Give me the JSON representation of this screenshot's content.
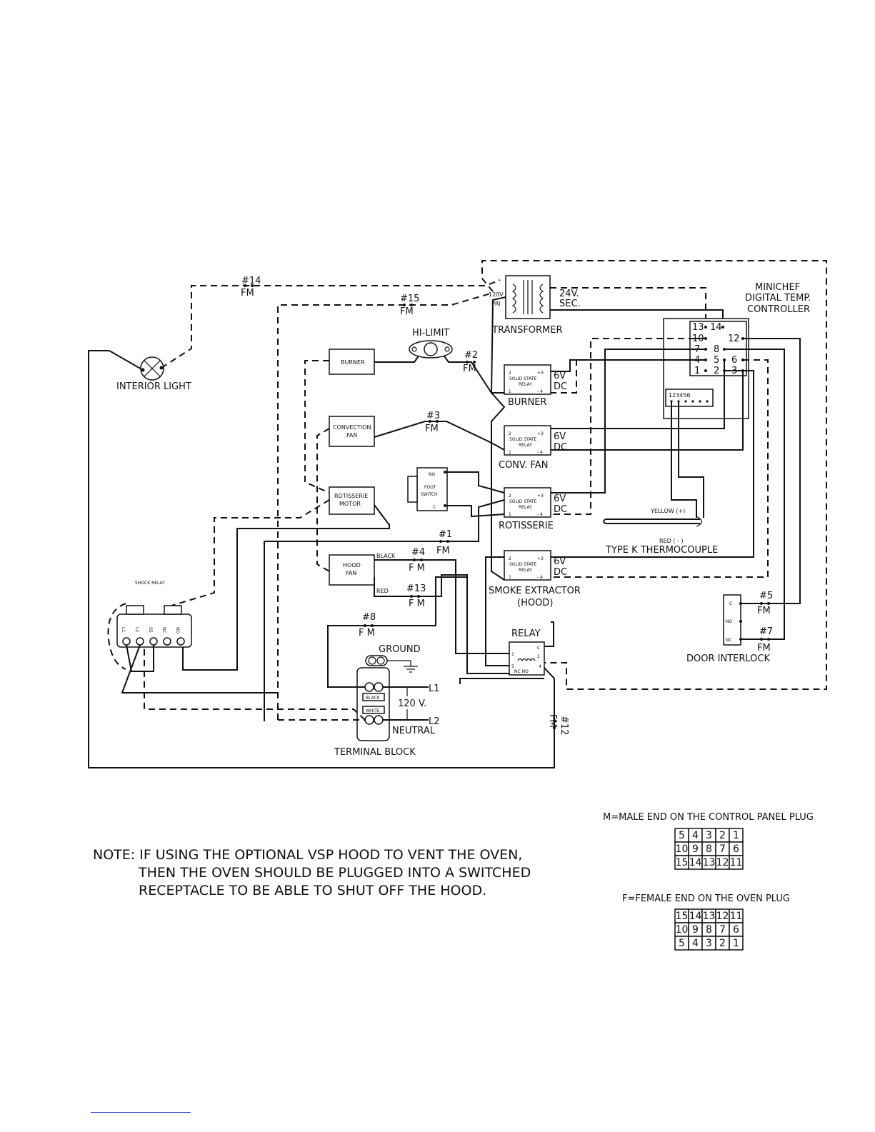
{
  "labels": {
    "interior_light": "INTERIOR LIGHT",
    "hi_limit": "HI-LIMIT",
    "transformer": "TRANSFORMER",
    "pri": "120V PRI",
    "pri_a": "120V",
    "pri_b": "PRI",
    "sec_a": "24V.",
    "sec_b": "SEC.",
    "controller_1": "MINICHEF",
    "controller_2": "DIGITAL TEMP.",
    "controller_3": "CONTROLLER",
    "burner_load": "BURNER",
    "convection_fan_1": "CONVECTION",
    "convection_fan_2": "FAN",
    "rotisserie_motor_1": "ROTISSERIE",
    "rotisserie_motor_2": "MOTOR",
    "hood_fan_1": "HOOD",
    "hood_fan_2": "FAN",
    "foot_switch_1": "FOOT",
    "foot_switch_2": "SWITCH",
    "no": "NO",
    "c": "C",
    "ssr_1": "SOLID STATE",
    "ssr_2": "RELAY",
    "six_v": "6V",
    "dc": "DC",
    "relay_burner": "BURNER",
    "relay_conv": "CONV. FAN",
    "relay_rotis": "ROTISSERIE",
    "relay_smoke_1": "SMOKE EXTRACTOR",
    "relay_smoke_2": "(HOOD)",
    "yellow": "YELLOW (+)",
    "red_minus": "RED ( - )",
    "thermocouple": "TYPE K THERMOCOUPLE",
    "black": "BLACK",
    "red": "RED",
    "relay": "RELAY",
    "nc_no": "NC NO",
    "ground": "GROUND",
    "black_tag": "BLACK",
    "white_tag": "WHITE",
    "l1": "L1",
    "l2": "L2",
    "volts": "120 V.",
    "neutral": "NEUTRAL",
    "terminal_block": "TERMINAL BLOCK",
    "shock_relay": "SHOCK RELAY",
    "door_interlock": "DOOR INTERLOCK",
    "nc": "NC",
    "fm": "FM",
    "f_m": "F M"
  },
  "wires": {
    "w1": "#1",
    "w2": "#2",
    "w3": "#3",
    "w4": "#4",
    "w5": "#5",
    "w7": "#7",
    "w8": "#8",
    "w12": "#12",
    "w13": "#13",
    "w14": "#14",
    "w15": "#15"
  },
  "controller_pins": [
    "13",
    "14",
    "10",
    "12",
    "7",
    "8",
    "4",
    "5",
    "6",
    "1",
    "2",
    "3"
  ],
  "thermo_terminal": "123456",
  "shock_relay_terminals": [
    "L1",
    "L2",
    "SS",
    "NC",
    "NO"
  ],
  "note": {
    "line1": "NOTE:  IF USING THE OPTIONAL VSP HOOD TO VENT THE OVEN,",
    "line2": "THEN THE OVEN SHOULD BE PLUGGED INTO A SWITCHED",
    "line3": "RECEPTACLE TO BE ABLE TO SHUT OFF THE HOOD."
  },
  "legend": {
    "male_title": "M=MALE END ON THE CONTROL PANEL PLUG",
    "male_rows": [
      [
        "5",
        "4",
        "3",
        "2",
        "1"
      ],
      [
        "10",
        "9",
        "8",
        "7",
        "6"
      ],
      [
        "15",
        "14",
        "13",
        "12",
        "11"
      ]
    ],
    "female_title": "F=FEMALE END ON THE OVEN PLUG",
    "female_rows": [
      [
        "15",
        "14",
        "13",
        "12",
        "11"
      ],
      [
        "10",
        "9",
        "8",
        "7",
        "6"
      ],
      [
        "5",
        "4",
        "3",
        "2",
        "1"
      ]
    ]
  }
}
